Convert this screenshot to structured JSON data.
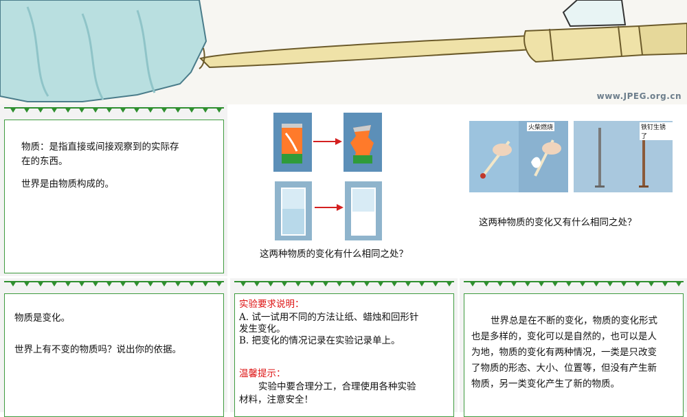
{
  "banner": {
    "watermark": "www.JPEG.org.cn"
  },
  "panel1": {
    "line1": "物质：是指直接或间接观察到的实际存",
    "line2": "在的东西。",
    "line3": "世界是由物质构成的。"
  },
  "panel2": {
    "question": "这两种物质的变化有什么相同之处？"
  },
  "panel3": {
    "label_fire": "火柴燃烧",
    "label_rust": "铁钉生锈了",
    "question": "这两种物质的变化又有什么相同之处？"
  },
  "panel4": {
    "line1": "物质是变化。",
    "line2": "世界上有不变的物质吗？说出你的依据。"
  },
  "panel5": {
    "heading1": "实验要求说明：",
    "a_line1": "A. 试一试用不同的方法让纸、蜡烛和回形针",
    "a_line2": "发生变化。",
    "b_line": "B. 把变化的情况记录在实验记录单上。",
    "heading2": "温馨提示：",
    "tip_line1": "实验中要合理分工，合理使用各种实验",
    "tip_line2": "材料，注意安全！"
  },
  "panel6": {
    "line1": "世界总是在不断的变化，物质的变化形式",
    "line2": "也是多样的，变化可以是自然的，也可以是人",
    "line3": "为地，物质的变化有两种情况，一类是只改变",
    "line4": "了物质的形态、大小、位置等，但没有产生新",
    "line5": "物质，另一类变化产生了新的物质。"
  },
  "colors": {
    "border": "#3e9b3e",
    "vine": "#2f8f2f",
    "heading": "#d11111",
    "arrow": "#d42020"
  }
}
